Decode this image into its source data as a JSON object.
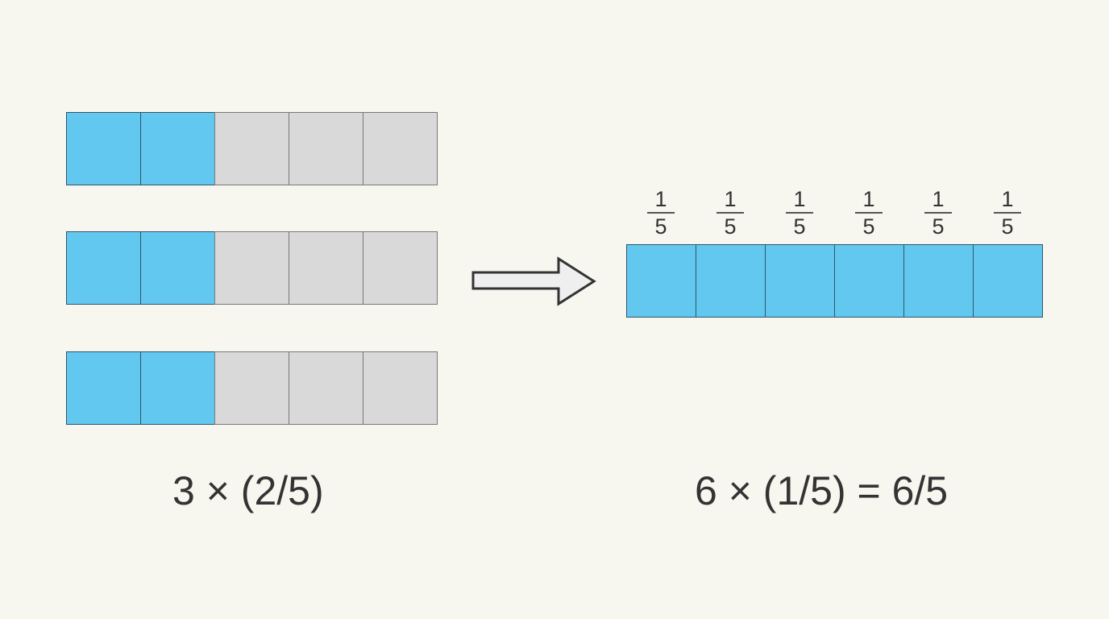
{
  "left_group": {
    "bars": [
      {
        "cells": [
          "filled",
          "filled",
          "empty",
          "empty",
          "empty"
        ]
      },
      {
        "cells": [
          "filled",
          "filled",
          "empty",
          "empty",
          "empty"
        ]
      },
      {
        "cells": [
          "filled",
          "filled",
          "empty",
          "empty",
          "empty"
        ]
      }
    ],
    "expression": "3 × (2/5)"
  },
  "right_group": {
    "labels": [
      {
        "numerator": "1",
        "denominator": "5"
      },
      {
        "numerator": "1",
        "denominator": "5"
      },
      {
        "numerator": "1",
        "denominator": "5"
      },
      {
        "numerator": "1",
        "denominator": "5"
      },
      {
        "numerator": "1",
        "denominator": "5"
      },
      {
        "numerator": "1",
        "denominator": "5"
      }
    ],
    "cells": [
      "filled",
      "filled",
      "filled",
      "filled",
      "filled",
      "filled"
    ],
    "expression": "6 × (1/5) = 6/5"
  },
  "arrow": {
    "direction": "right",
    "icon": "arrow-right-icon"
  },
  "colors": {
    "filled": "#62c8f0",
    "empty": "#d9d9d9",
    "background": "#f7f7f0"
  }
}
